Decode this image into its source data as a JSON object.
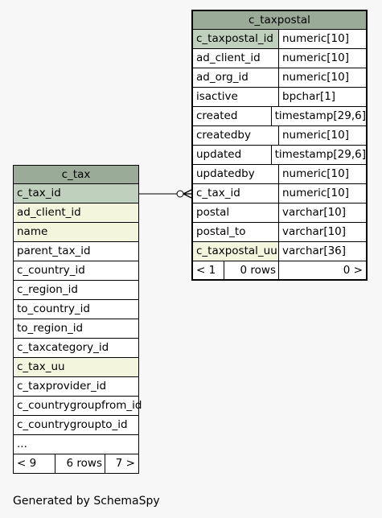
{
  "tables": {
    "c_tax": {
      "title": "c_tax",
      "columns": [
        {
          "name": "c_tax_id"
        },
        {
          "name": "ad_client_id"
        },
        {
          "name": "name"
        },
        {
          "name": "parent_tax_id"
        },
        {
          "name": "c_country_id"
        },
        {
          "name": "c_region_id"
        },
        {
          "name": "to_country_id"
        },
        {
          "name": "to_region_id"
        },
        {
          "name": "c_taxcategory_id"
        },
        {
          "name": "c_tax_uu"
        },
        {
          "name": "c_taxprovider_id"
        },
        {
          "name": "c_countrygroupfrom_id"
        },
        {
          "name": "c_countrygroupto_id"
        },
        {
          "name": "..."
        }
      ],
      "footer": {
        "left": "< 9",
        "middle": "6 rows",
        "right": "7 >"
      }
    },
    "c_taxpostal": {
      "title": "c_taxpostal",
      "columns": [
        {
          "name": "c_taxpostal_id",
          "type": "numeric[10]"
        },
        {
          "name": "ad_client_id",
          "type": "numeric[10]"
        },
        {
          "name": "ad_org_id",
          "type": "numeric[10]"
        },
        {
          "name": "isactive",
          "type": "bpchar[1]"
        },
        {
          "name": "created",
          "type": "timestamp[29,6]"
        },
        {
          "name": "createdby",
          "type": "numeric[10]"
        },
        {
          "name": "updated",
          "type": "timestamp[29,6]"
        },
        {
          "name": "updatedby",
          "type": "numeric[10]"
        },
        {
          "name": "c_tax_id",
          "type": "numeric[10]"
        },
        {
          "name": "postal",
          "type": "varchar[10]"
        },
        {
          "name": "postal_to",
          "type": "varchar[10]"
        },
        {
          "name": "c_taxpostal_uu",
          "type": "varchar[36]"
        }
      ],
      "footer": {
        "left": "< 1",
        "middle": "0 rows",
        "right": "0 >"
      }
    }
  },
  "colors": {
    "header": "#9aab98",
    "primary_key": "#bfd1bc",
    "indexed": "#f3f6dc",
    "background": "#f7f7f7"
  },
  "footer_text": "Generated by SchemaSpy"
}
